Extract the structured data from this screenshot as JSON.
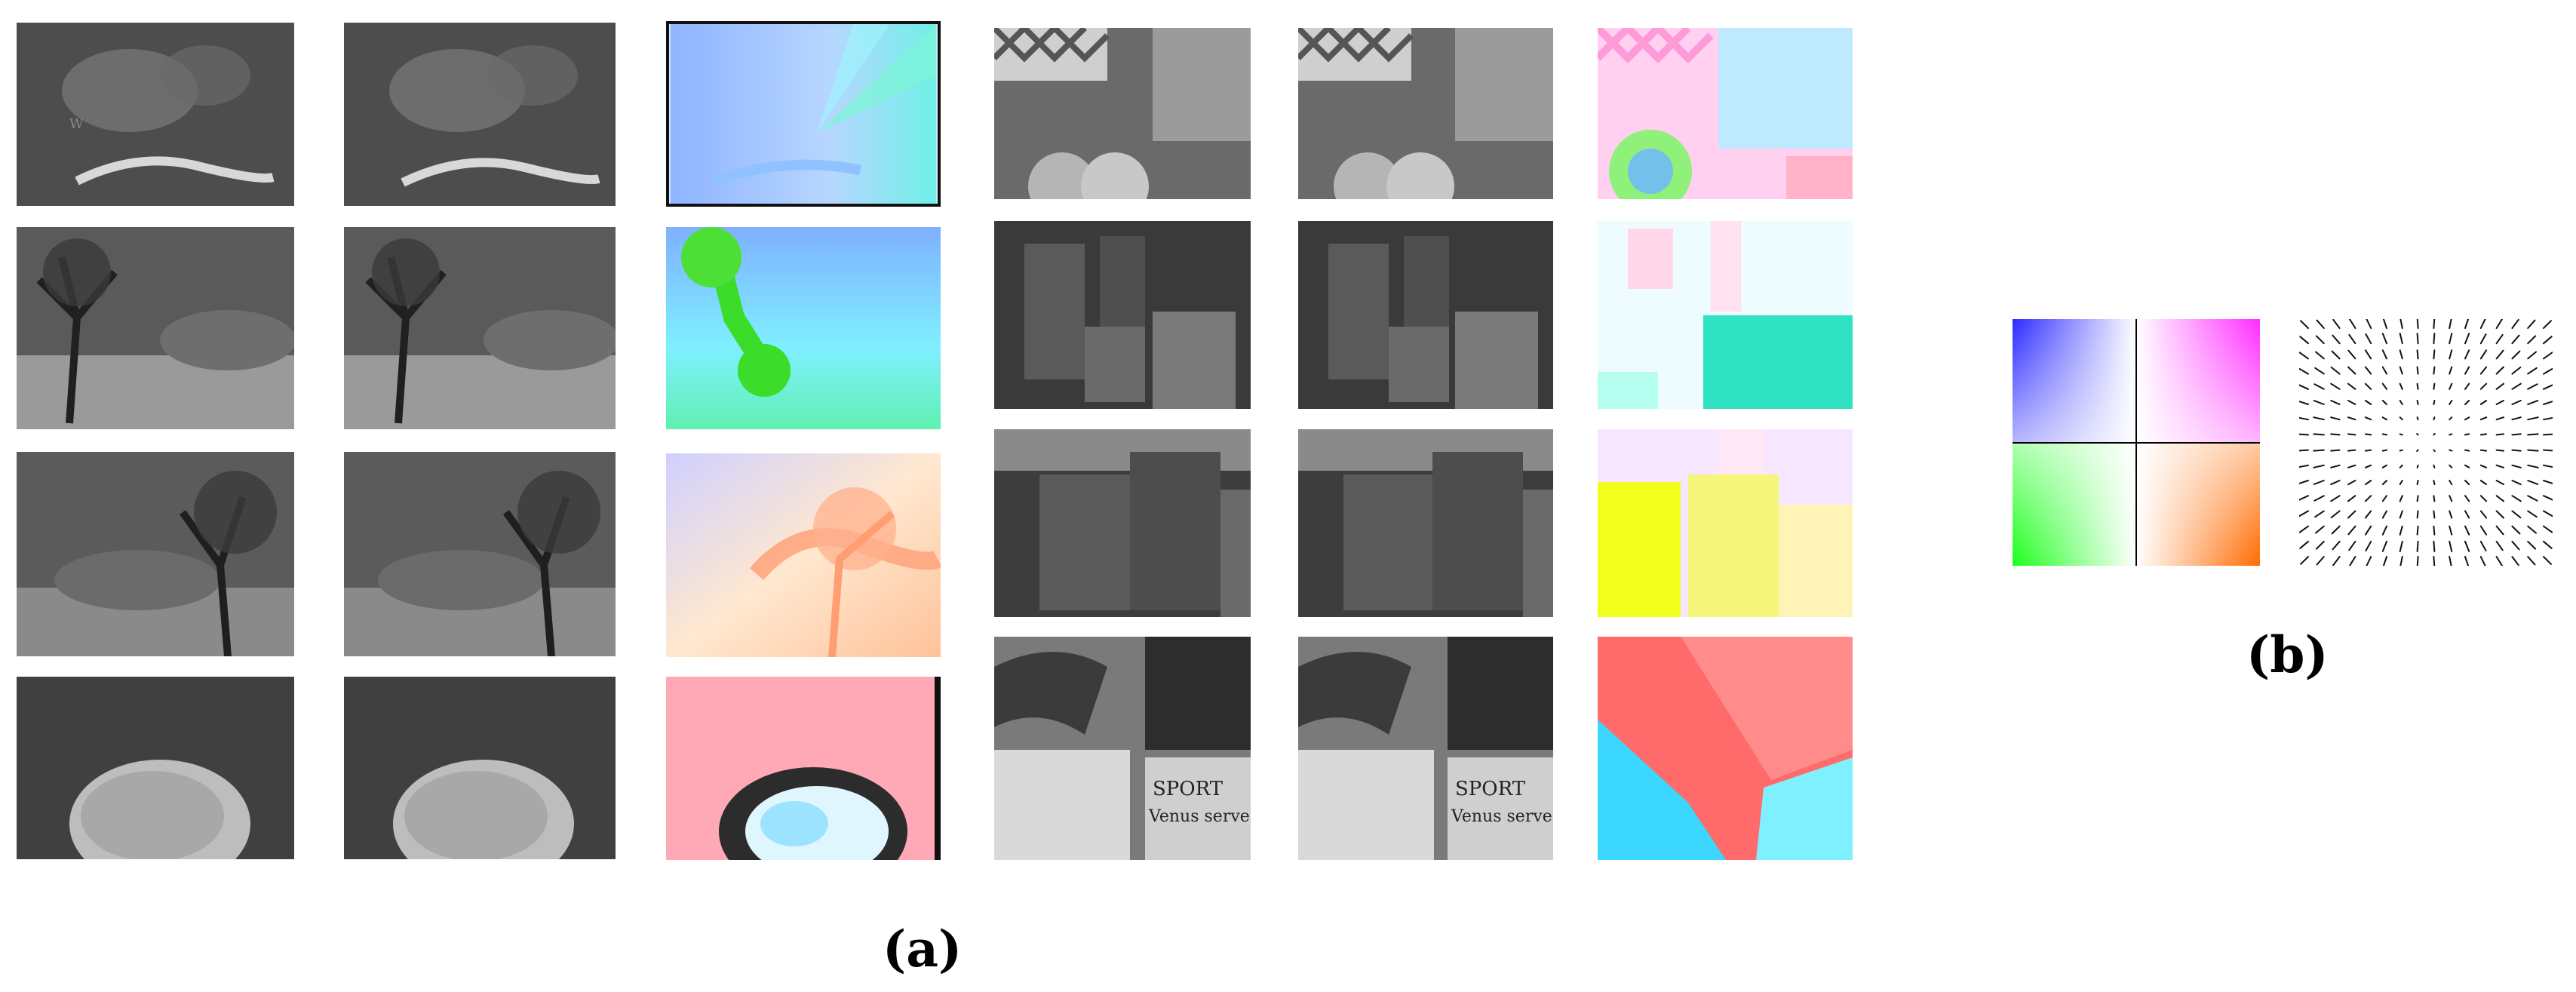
{
  "figure": {
    "panel_a_label": "(a)",
    "panel_b_label": "(b)"
  },
  "panels": {
    "left": {
      "rows": [
        {
          "frame1": "frame-1",
          "frame2": "frame-2",
          "flow": "flow-field"
        },
        {
          "frame1": "frame-1",
          "frame2": "frame-2",
          "flow": "flow-field"
        },
        {
          "frame1": "frame-1",
          "frame2": "frame-2",
          "flow": "flow-field"
        },
        {
          "frame1": "frame-1",
          "frame2": "frame-2",
          "flow": "flow-field"
        }
      ]
    },
    "right": {
      "rows": [
        {
          "frame1": "frame-1",
          "frame2": "frame-2",
          "flow": "flow-field"
        },
        {
          "frame1": "frame-1",
          "frame2": "frame-2",
          "flow": "flow-field"
        },
        {
          "frame1": "frame-1",
          "frame2": "frame-2",
          "flow": "flow-field"
        },
        {
          "frame1": "frame-1",
          "frame2": "frame-2",
          "flow": "flow-field"
        }
      ]
    }
  },
  "legend": {
    "color_wheel": "optical-flow color coding",
    "arrow_field": "flow direction vectors"
  }
}
